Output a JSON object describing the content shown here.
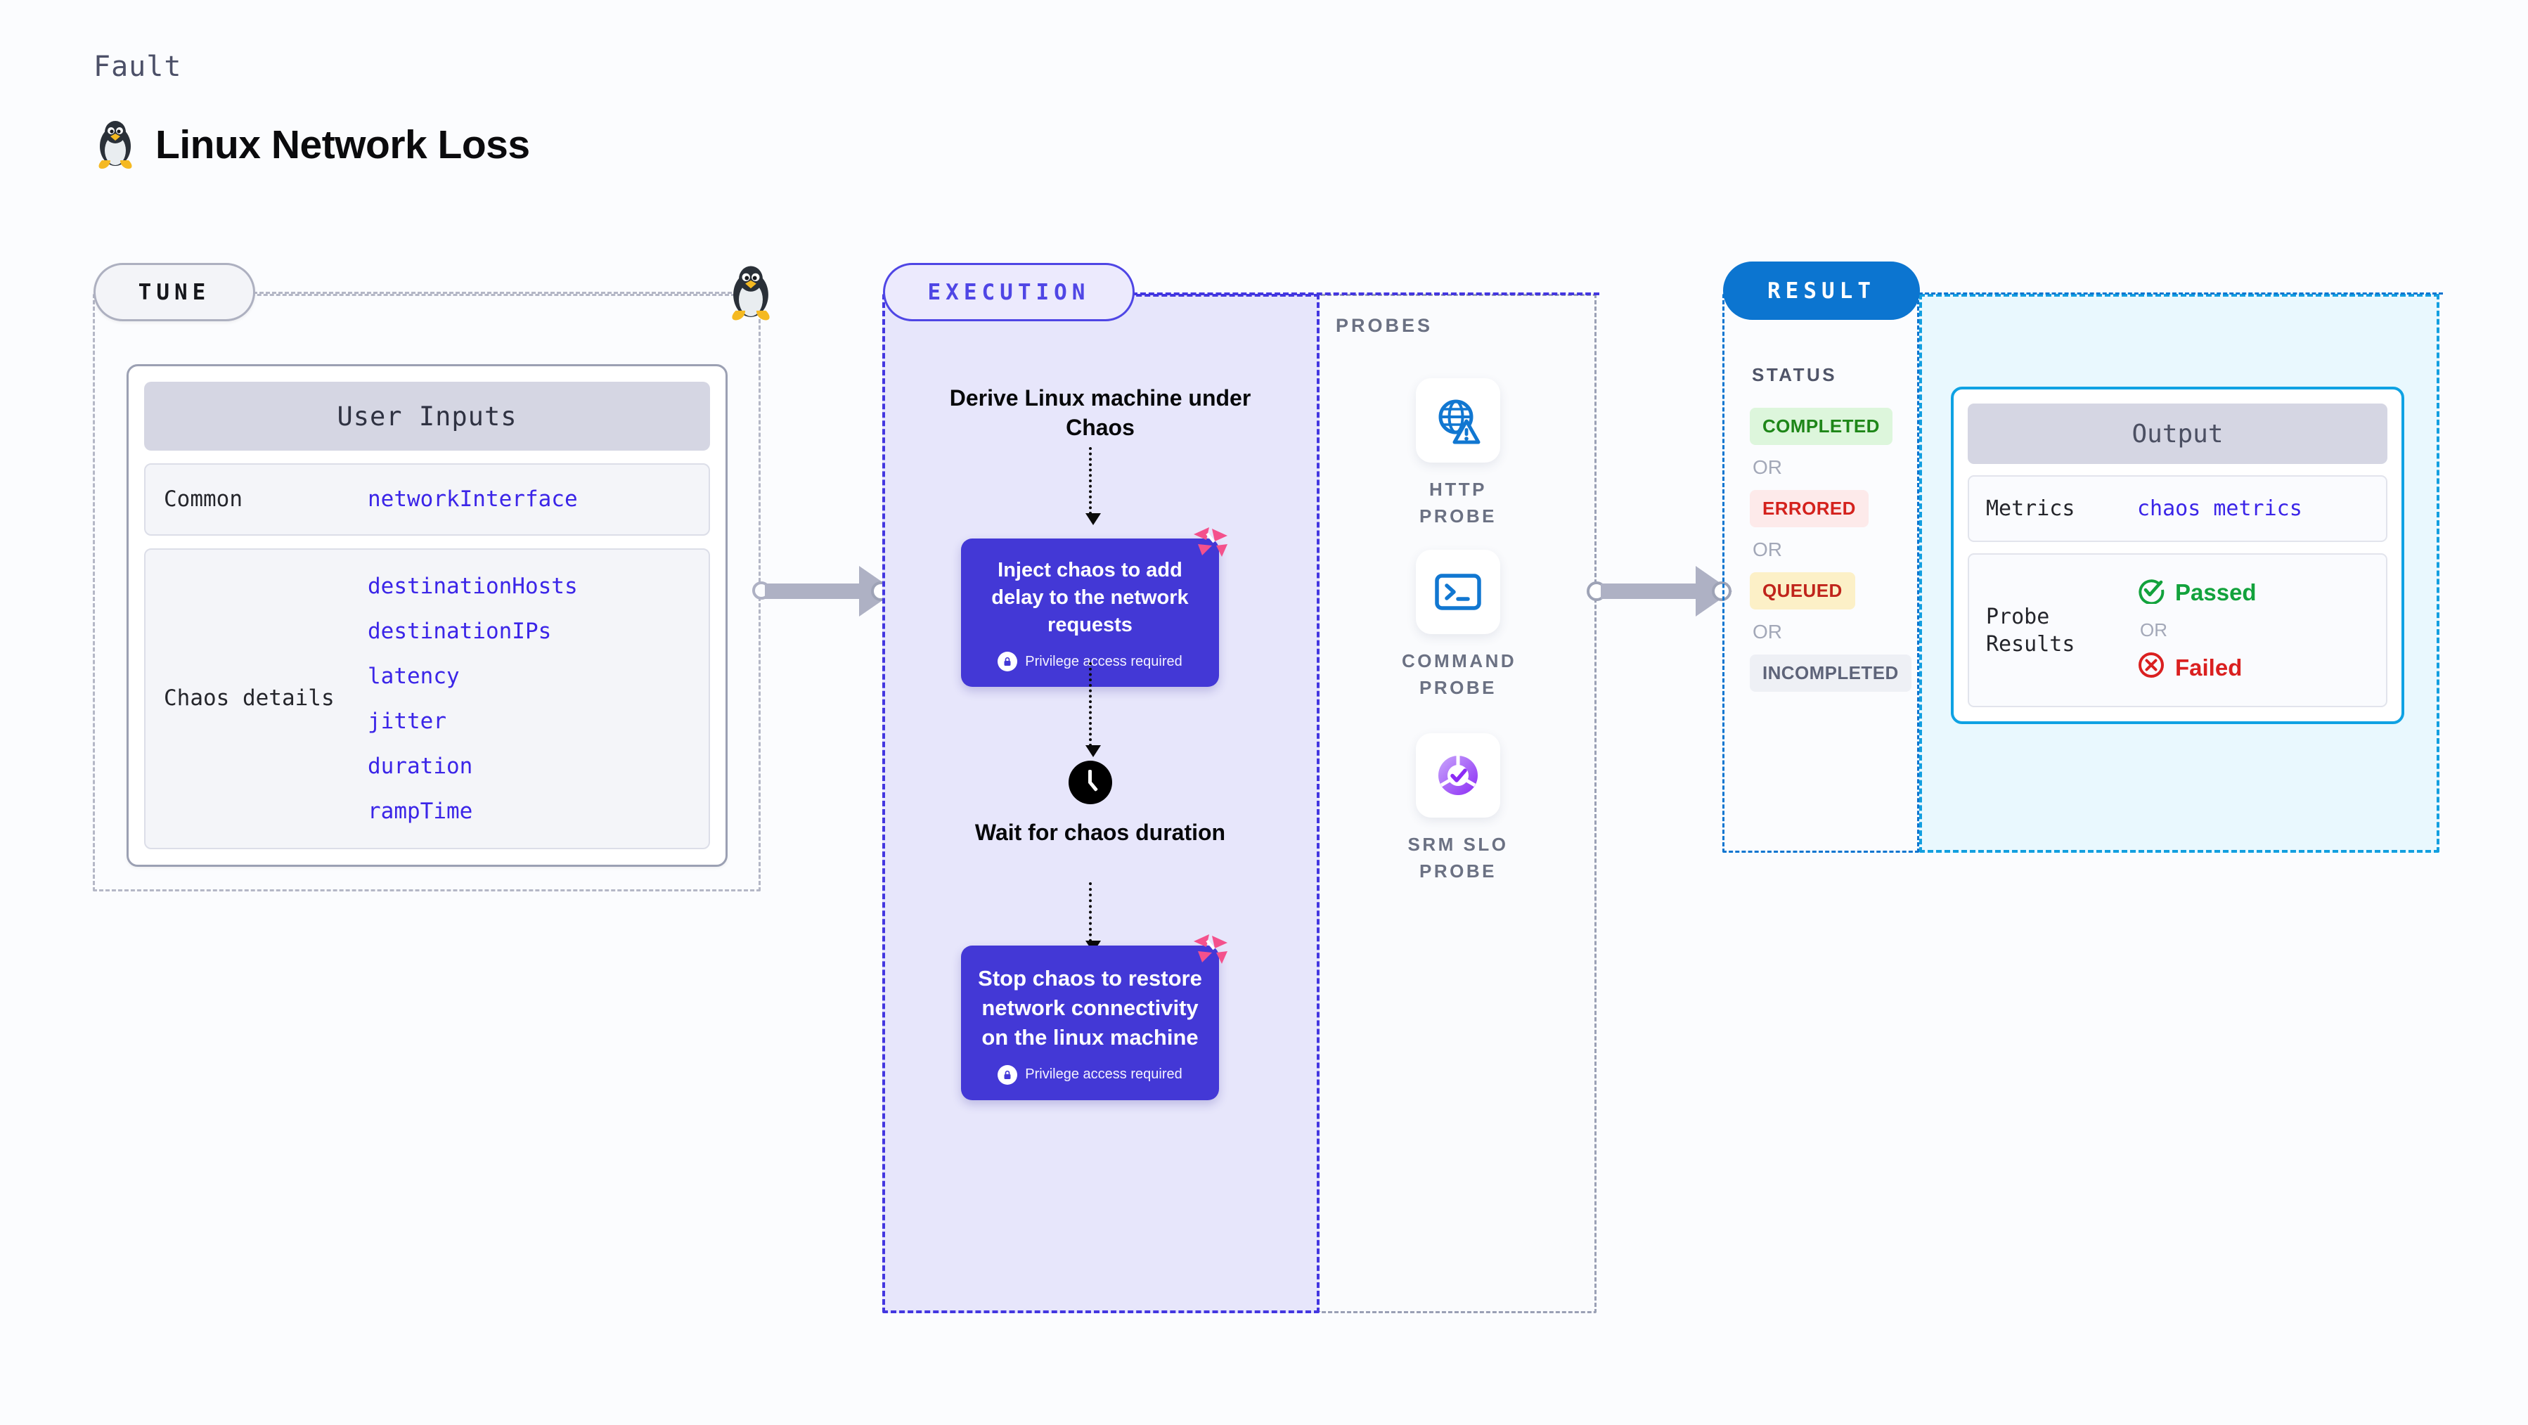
{
  "header": {
    "eyebrow": "Fault",
    "title": "Linux Network Loss",
    "logo_icon": "linux-penguin-icon"
  },
  "stages": {
    "tune": {
      "label": "TUNE",
      "corner_icon": "linux-penguin-icon"
    },
    "execution": {
      "label": "EXECUTION"
    },
    "probes": {
      "label": "PROBES"
    },
    "result": {
      "label": "RESULT"
    }
  },
  "user_inputs": {
    "title": "User Inputs",
    "groups": [
      {
        "label": "Common",
        "values": [
          "networkInterface"
        ]
      },
      {
        "label": "Chaos details",
        "values": [
          "destinationHosts",
          "destinationIPs",
          "latency",
          "jitter",
          "duration",
          "rampTime"
        ]
      }
    ]
  },
  "execution_flow": {
    "step_derive": "Derive Linux machine under Chaos",
    "step_inject": {
      "title": "Inject chaos to add delay to the network requests",
      "privilege_note": "Privilege access required",
      "privilege_icon": "lock-icon",
      "badge_icon": "harness-logo-icon"
    },
    "step_wait": {
      "title": "Wait for chaos duration",
      "icon": "clock-icon"
    },
    "step_stop": {
      "title": "Stop chaos to restore network connectivity on the linux machine",
      "privilege_note": "Privilege access required",
      "privilege_icon": "lock-icon",
      "badge_icon": "harness-logo-icon"
    }
  },
  "probes": {
    "section_label": "PROBES",
    "items": [
      {
        "name": "HTTP PROBE",
        "icon": "globe-warning-icon"
      },
      {
        "name": "COMMAND PROBE",
        "icon": "terminal-icon"
      },
      {
        "name": "SRM SLO PROBE",
        "icon": "slo-donut-check-icon"
      }
    ]
  },
  "result": {
    "status_label": "STATUS",
    "or_label": "OR",
    "statuses": [
      {
        "label": "COMPLETED",
        "tone": "completed"
      },
      {
        "label": "ERRORED",
        "tone": "errored"
      },
      {
        "label": "QUEUED",
        "tone": "queued"
      },
      {
        "label": "INCOMPLETED",
        "tone": "incompleted"
      }
    ]
  },
  "output": {
    "title": "Output",
    "rows": [
      {
        "label": "Metrics",
        "value": "chaos metrics"
      },
      {
        "label": "Probe Results",
        "pass_label": "Passed",
        "pass_icon": "check-circle-icon",
        "or_label": "OR",
        "fail_label": "Failed",
        "fail_icon": "x-circle-icon"
      }
    ]
  },
  "colors": {
    "page_bg": "#fbfcfe",
    "accent_indigo": "#4338d6",
    "accent_blue": "#0c75d0",
    "accent_cyan": "#0fa2e3",
    "mono_value": "#3b25e8",
    "harness_pink": "#f4518c",
    "pass_green": "#12a23c",
    "fail_red": "#da2020",
    "queued_amber": "#fcf0c7"
  }
}
